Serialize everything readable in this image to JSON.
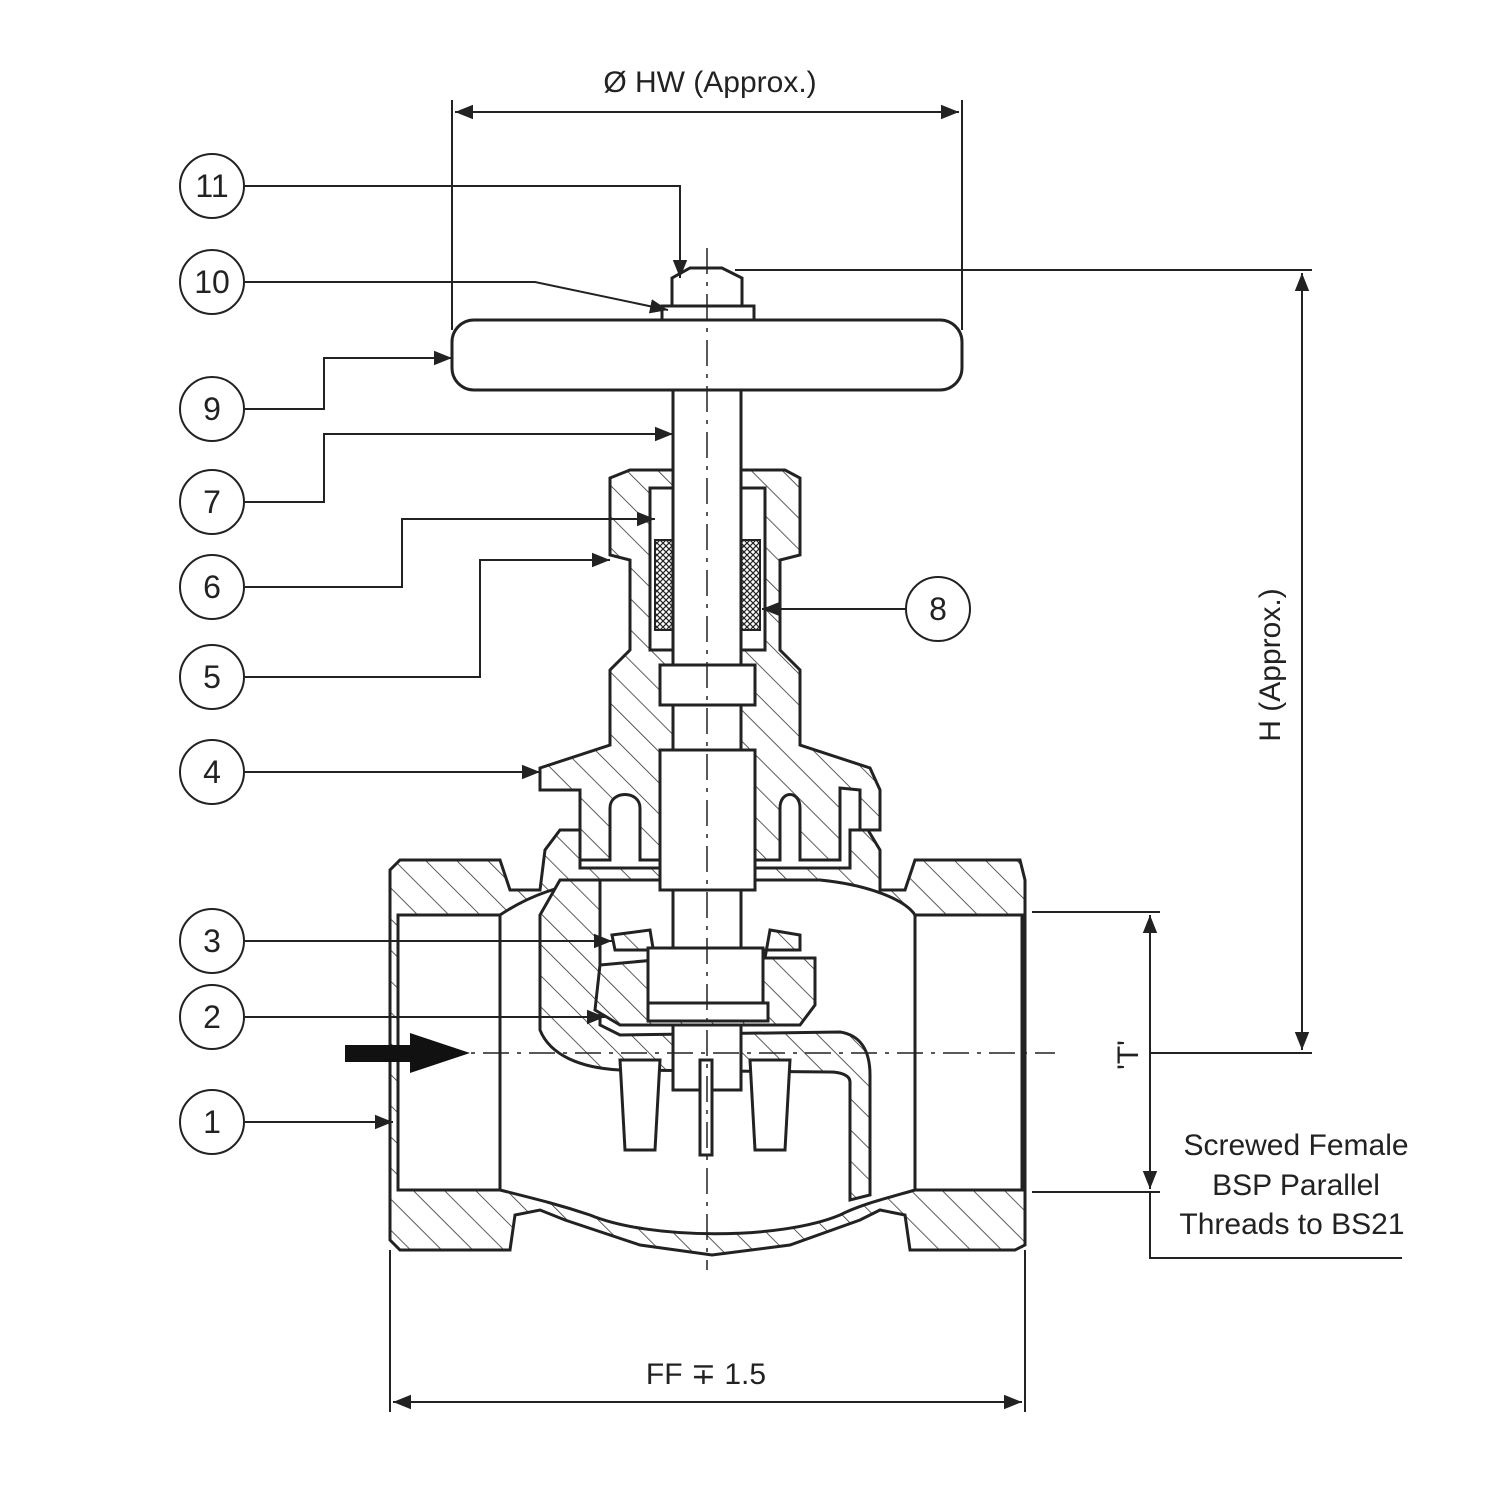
{
  "dimensions": {
    "handwheel_diameter": "Ø HW (Approx.)",
    "height": "H (Approx.)",
    "thread": "'T'",
    "face_to_face": "FF ∓ 1.5"
  },
  "note": {
    "line1": "Screwed Female",
    "line2": "BSP Parallel",
    "line3": "Threads  to BS21"
  },
  "callouts": [
    "11",
    "10",
    "9",
    "7",
    "6",
    "5",
    "4",
    "3",
    "2",
    "1",
    "8"
  ]
}
